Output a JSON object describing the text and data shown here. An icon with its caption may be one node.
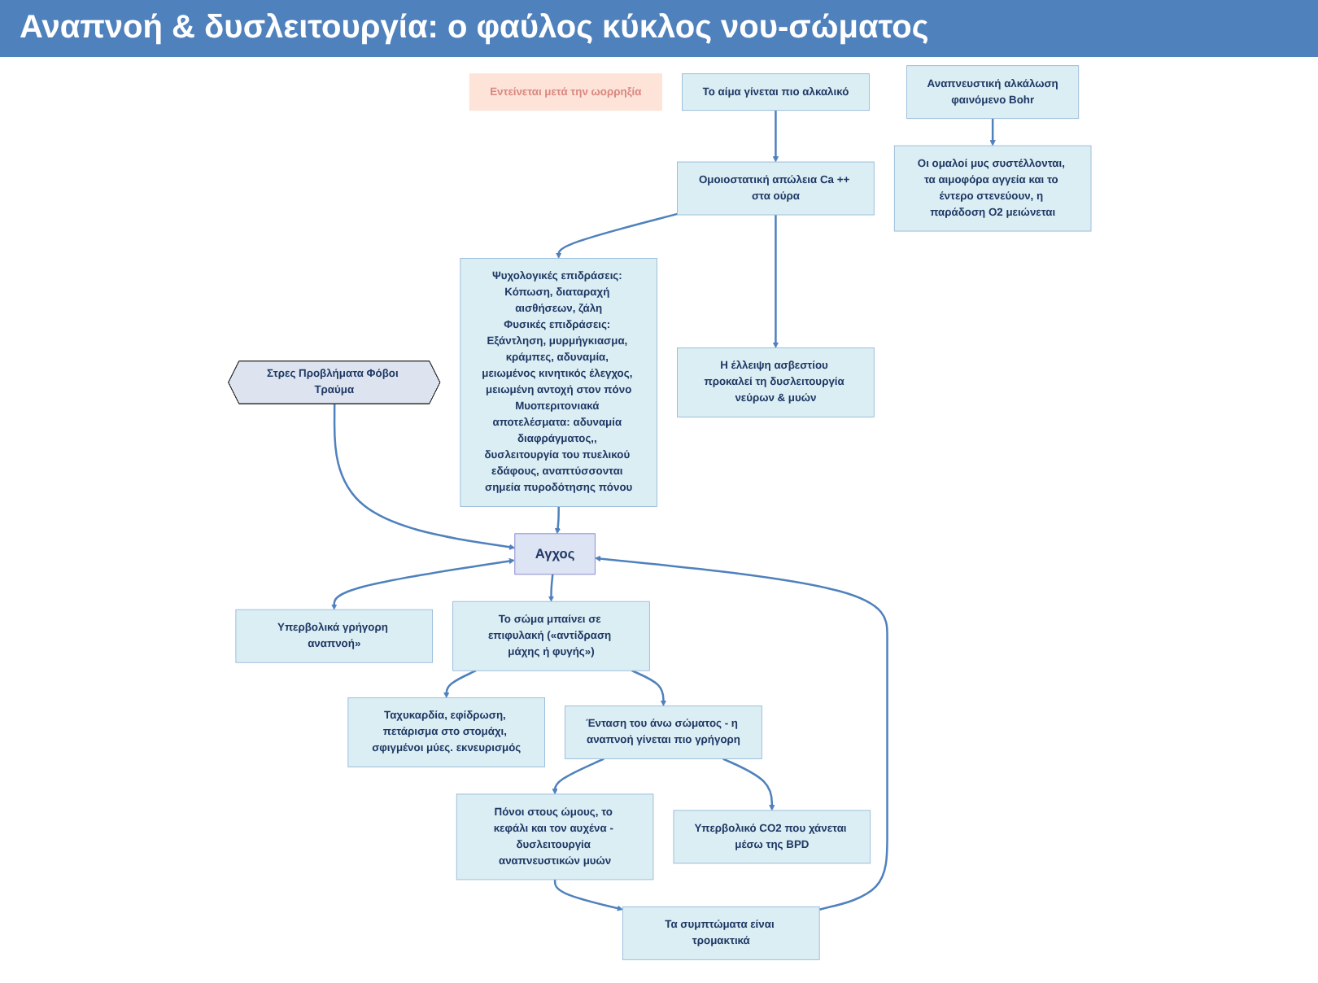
{
  "diagram": {
    "title": "Αναπνοή & δυσλειτουργία: ο φαύλος κύκλος νου-σώματος",
    "nodes": [
      {
        "text": [
          "Στρες Προβλήματα Φόβοι Τραύμα"
        ]
      },
      {
        "text": [
          "Αγχος"
        ]
      },
      {
        "text": [
          "Υπερβολικά γρήγορη αναπνοή»"
        ]
      },
      {
        "text": [
          "Το σώμα μπαίνει σε επιφυλακή («αντίδραση μάχης ή φυγής»)"
        ]
      },
      {
        "text": [
          "Εντείνεται μετά την ωορρηξία"
        ]
      },
      {
        "text": [
          "Ταχυκαρδία, εφίδρωση, πετάρισμα στο στομάχι, σφιγμένοι μύες. εκνευρισμός"
        ]
      },
      {
        "text": [
          "Τα συμπτώματα είναι τρομακτικά"
        ]
      },
      {
        "text": [
          "Ψυχολογικές επιδράσεις: Κόπωση, διαταραχή αισθήσεων, ζάλη",
          "Φυσικές επιδράσεις: Εξάντληση, μυρμήγκιασμα, κράμπες, αδυναμία, μειωμένος κινητικός έλεγχος, μειωμένη αντοχή στον πόνο",
          "Μυοπεριτονιακά αποτελέσματα: αδυναμία διαφράγματος,, δυσλειτουργία του πυελικού εδάφους, αναπτύσσονται σημεία πυροδότησης πόνου"
        ]
      },
      {
        "text": [
          "Ένταση του άνω σώματος - η αναπνοή γίνεται πιο γρήγορη"
        ]
      },
      {
        "text": [
          "Πόνοι στους ώμους, το κεφάλι και τον αυχένα - δυσλειτουργία αναπνευστικών μυών"
        ]
      },
      {
        "text": [
          "Υπερβολικό CO2 που χάνεται μέσω της BPD"
        ]
      },
      {
        "text": [
          "Το αίμα γίνεται πιο αλκαλικό"
        ]
      },
      {
        "text": [
          "Ομοιοστατική απώλεια Ca ++ στα ούρα"
        ]
      },
      {
        "text": [
          "Η έλλειψη ασβεστίου προκαλεί τη δυσλειτουργία νεύρων & μυών"
        ]
      },
      {
        "text": [
          "Αναπνευστική αλκάλωση",
          "φαινόμενο Bohr"
        ]
      },
      {
        "text": [
          "Οι ομαλοί μυς συστέλλονται, τα αιμοφόρα αγγεία και το έντερο στενεύουν, η παράδοση O2 μειώνεται"
        ]
      }
    ],
    "edges": [
      {
        "from": 0,
        "to": 1,
        "arrow": "to"
      },
      {
        "from": 1,
        "to": 2,
        "arrow": "both"
      },
      {
        "from": 1,
        "to": 3,
        "arrow": "to"
      },
      {
        "from": 3,
        "to": 5,
        "arrow": "to"
      },
      {
        "from": 3,
        "to": 8,
        "arrow": "to"
      },
      {
        "from": 6,
        "to": 1,
        "arrow": "to"
      },
      {
        "from": 7,
        "to": 1,
        "arrow": "to"
      },
      {
        "from": 9,
        "to": 6,
        "arrow": "to"
      },
      {
        "from": 8,
        "to": 9,
        "arrow": "to"
      },
      {
        "from": 8,
        "to": 10,
        "arrow": "to"
      },
      {
        "from": 11,
        "to": 12,
        "arrow": "to"
      },
      {
        "from": 12,
        "to": 13,
        "arrow": "to"
      },
      {
        "from": 12,
        "to": 7,
        "arrow": "to"
      },
      {
        "from": 14,
        "to": 15,
        "arrow": "to"
      }
    ]
  }
}
